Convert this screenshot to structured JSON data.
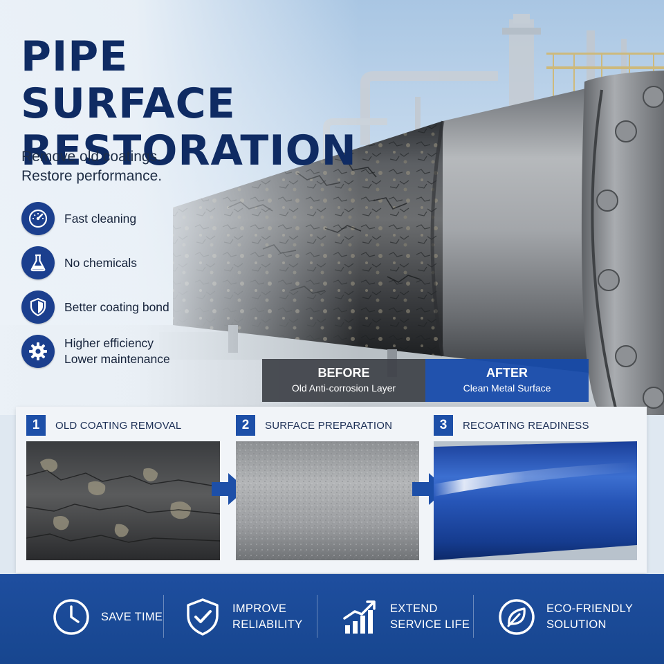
{
  "hero": {
    "title_line1": "PIPE SURFACE",
    "title_line2": "RESTORATION",
    "subtitle_line1": "Remove old coatings.",
    "subtitle_line2": "Restore performance."
  },
  "features": [
    {
      "icon": "speedometer-icon",
      "line1": "Fast cleaning",
      "line2": ""
    },
    {
      "icon": "flask-icon",
      "line1": "No chemicals",
      "line2": ""
    },
    {
      "icon": "shield-icon",
      "line1": "Better coating bond",
      "line2": ""
    },
    {
      "icon": "gear-icon",
      "line1": "Higher efficiency",
      "line2": "Lower maintenance"
    }
  ],
  "comparison": {
    "before": {
      "heading": "BEFORE",
      "caption": "Old Anti-corrosion Layer"
    },
    "after": {
      "heading": "AFTER",
      "caption": "Clean Metal Surface"
    }
  },
  "steps": [
    {
      "number": "1",
      "label": "OLD COATING REMOVAL"
    },
    {
      "number": "2",
      "label": "SURFACE PREPARATION"
    },
    {
      "number": "3",
      "label": "RECOATING READINESS"
    }
  ],
  "benefits": [
    {
      "icon": "clock-icon",
      "line1": "SAVE TIME",
      "line2": ""
    },
    {
      "icon": "shield-check-icon",
      "line1": "IMPROVE",
      "line2": "RELIABILITY"
    },
    {
      "icon": "growth-chart-icon",
      "line1": "EXTEND",
      "line2": "SERVICE LIFE"
    },
    {
      "icon": "leaf-icon",
      "line1": "ECO-FRIENDLY",
      "line2": "SOLUTION"
    }
  ],
  "colors": {
    "navy": "#0f2b63",
    "brand_blue": "#1d4fa8",
    "band_blue": "#1e4e9f",
    "before_gray": "#3e4248"
  }
}
